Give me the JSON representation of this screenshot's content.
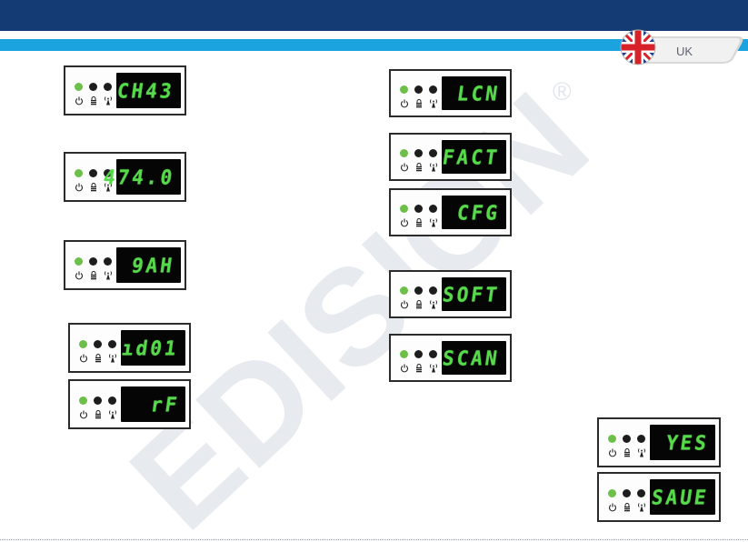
{
  "header": {
    "flag_label": "UK"
  },
  "watermark": {
    "text": "EDISION",
    "mark": "®"
  },
  "panels": [
    {
      "display": "CH43"
    },
    {
      "display": "474.0"
    },
    {
      "display": "9AH"
    },
    {
      "display": "ıd01"
    },
    {
      "display": "rF"
    },
    {
      "display": "LCN"
    },
    {
      "display": "FACT"
    },
    {
      "display": "CFG"
    },
    {
      "display": "SOFT"
    },
    {
      "display": "SCAN"
    },
    {
      "display": "YES"
    },
    {
      "display": "SAUE"
    }
  ],
  "icons": {
    "power": "power-icon",
    "lock": "lock-icon",
    "signal": "signal-antenna-icon"
  },
  "colors": {
    "top_bar": "#143b74",
    "accent_bar": "#1ba3e0",
    "led_power": "#6cc04a",
    "display_text": "#56d94a",
    "watermark": "#dfe3ea"
  }
}
